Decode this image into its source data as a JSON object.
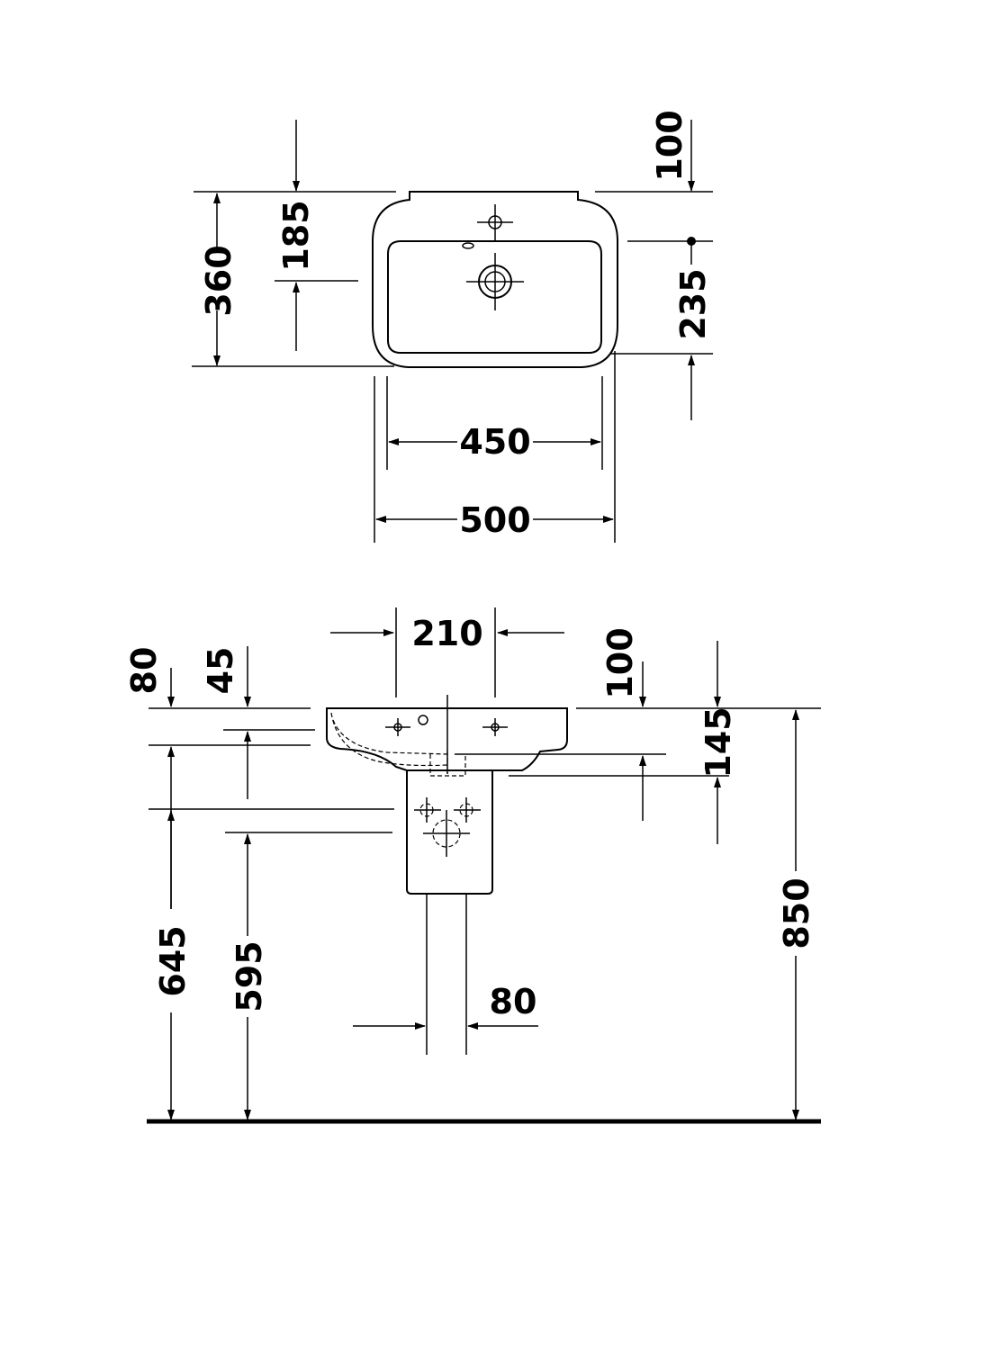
{
  "drawing": {
    "top_view": {
      "overall_depth": "360",
      "tap_offset_top": "185",
      "wall_to_tap": "100",
      "tap_to_front": "235",
      "bowl_width": "450",
      "overall_width": "500"
    },
    "front_view": {
      "tap_spacing": "210",
      "basin_depth_outer": "80",
      "basin_depth_inner": "45",
      "overflow_offset": "100",
      "basin_height": "145",
      "pedestal_top_height": "645",
      "pedestal_bottom_height": "595",
      "pedestal_width": "80",
      "installation_height": "850"
    }
  }
}
